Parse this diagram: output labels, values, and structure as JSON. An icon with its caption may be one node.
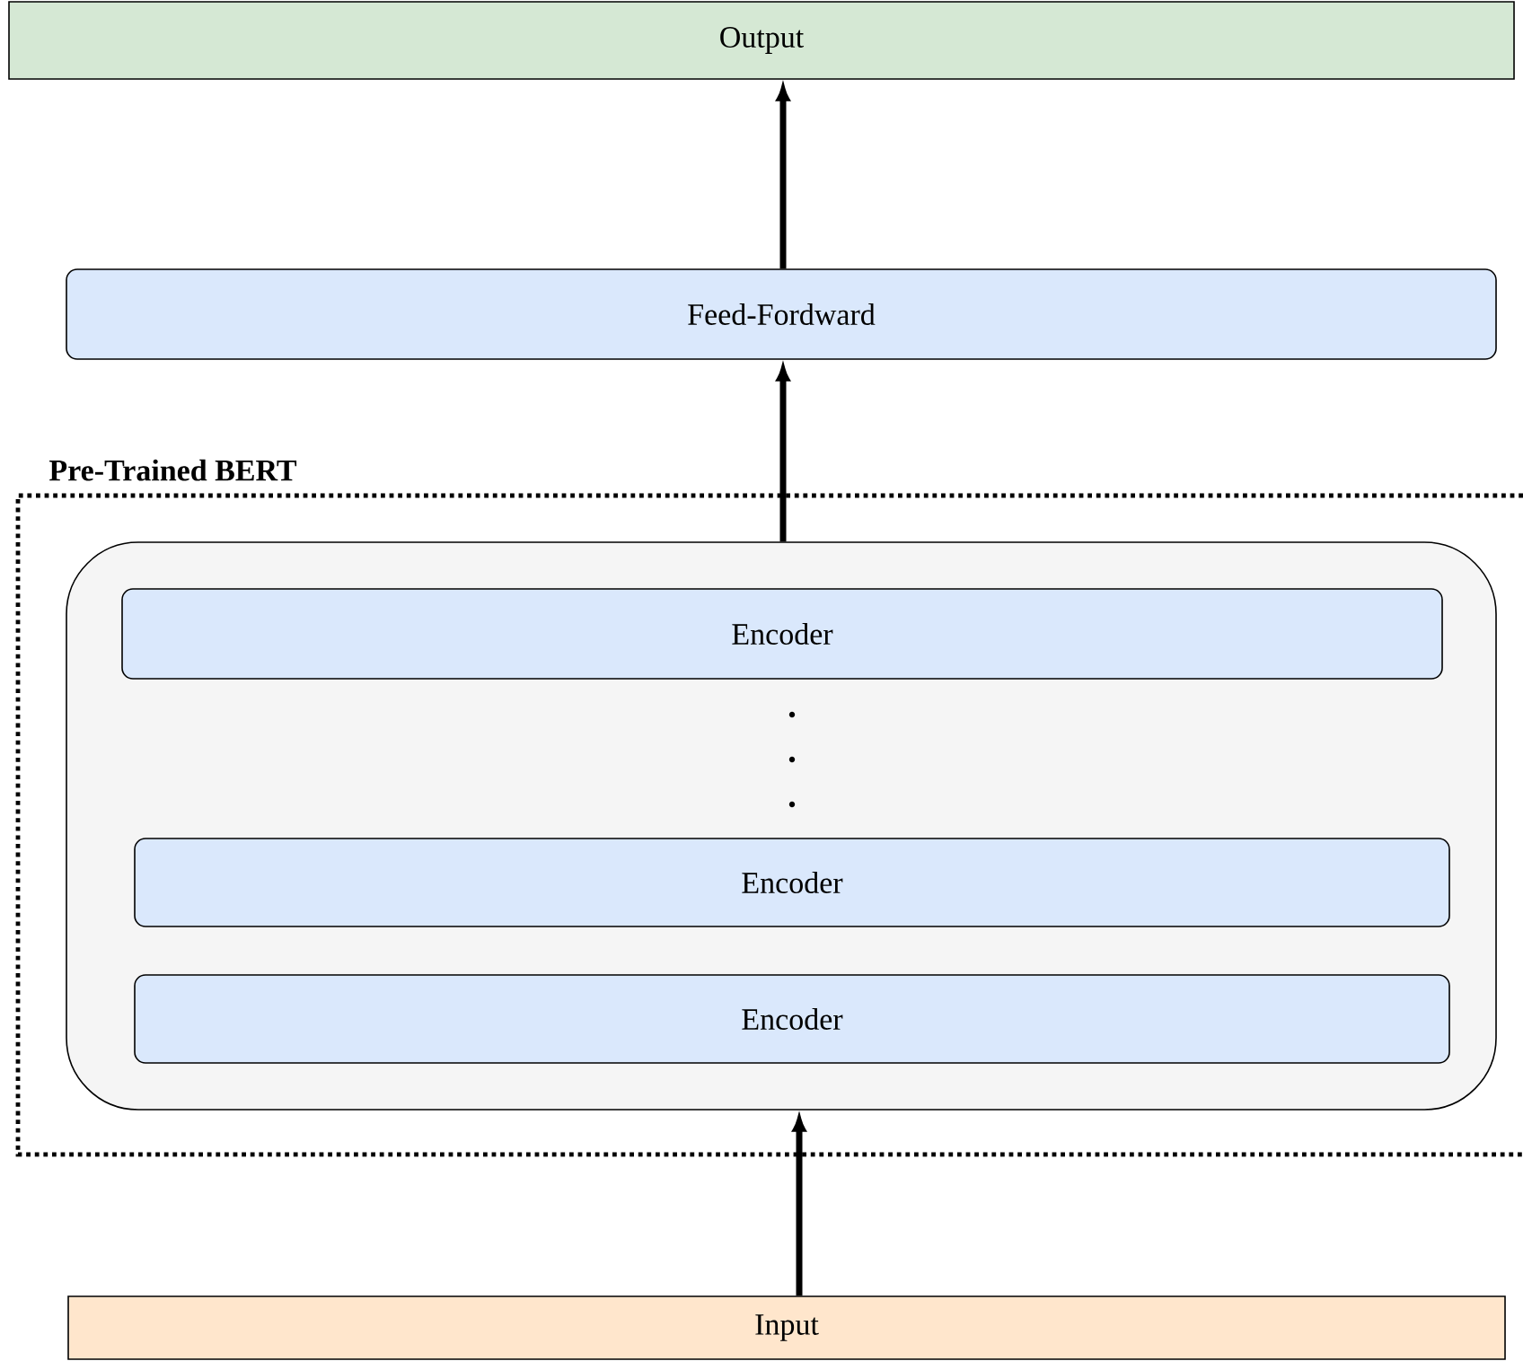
{
  "diagram": {
    "nodes": [
      {
        "text": [
          "Output"
        ]
      },
      {
        "text": [
          "Feed-Fordward"
        ]
      },
      {
        "text": [
          "Pre-Trained BERT"
        ]
      },
      {
        "text": [],
        "shape": "box",
        "in": 2
      },
      {
        "text": [
          "Encoder"
        ],
        "in": 3
      },
      {
        "text": [
          "Encoder"
        ],
        "in": 3
      },
      {
        "text": [
          "Encoder"
        ],
        "in": 3
      },
      {
        "text": [
          "Input"
        ]
      }
    ],
    "edges": [
      {
        "from": 7,
        "to": 3,
        "arrow": "to"
      },
      {
        "from": 3,
        "to": 1,
        "arrow": "to"
      },
      {
        "from": 1,
        "to": 0,
        "arrow": "to"
      }
    ]
  }
}
